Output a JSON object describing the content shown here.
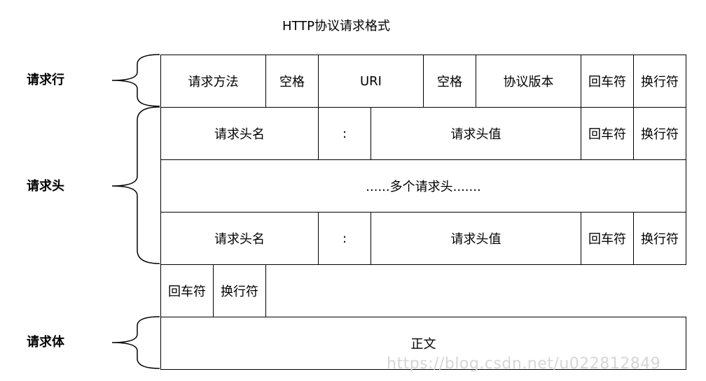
{
  "diagram": {
    "title": "HTTP协议请求格式",
    "labels": {
      "request_line": "请求行",
      "request_header": "请求头",
      "request_body": "请求体"
    },
    "request_line": {
      "method": "请求方法",
      "space1": "空格",
      "uri": "URI",
      "space2": "空格",
      "version": "协议版本",
      "cr": "回车符",
      "lf": "换行符"
    },
    "header_row1": {
      "name": "请求头名",
      "colon": ":",
      "value": "请求头值",
      "cr": "回车符",
      "lf": "换行符"
    },
    "multiple_headers": "......多个请求头.......",
    "header_row2": {
      "name": "请求头名",
      "colon": ":",
      "value": "请求头值",
      "cr": "回车符",
      "lf": "换行符"
    },
    "blank_line": {
      "cr": "回车符",
      "lf": "换行符"
    },
    "body": "正文",
    "watermark": "https://blog.csdn.net/u022812849"
  }
}
